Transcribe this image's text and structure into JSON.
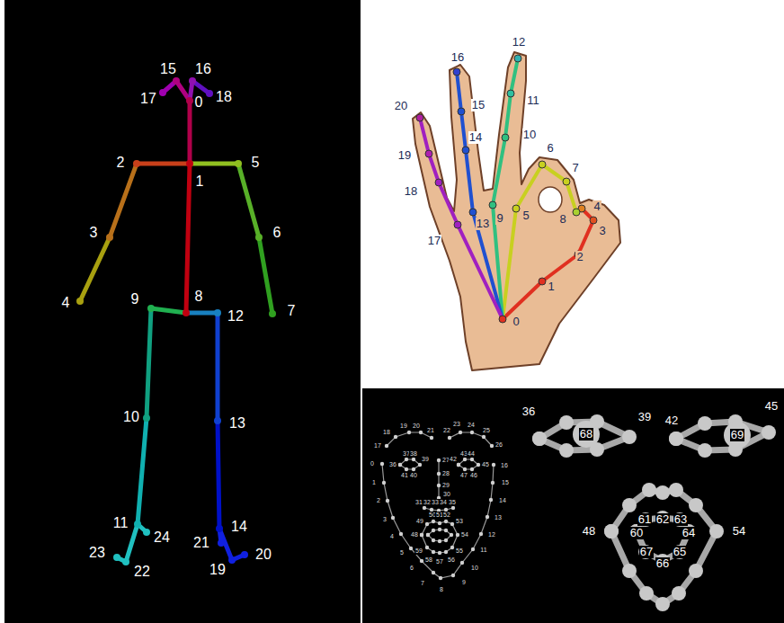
{
  "diagram": {
    "labels": [
      "15",
      "16",
      "17",
      "0",
      "18",
      "2",
      "1",
      "5",
      "3",
      "6",
      "4",
      "9",
      "8",
      "12",
      "7",
      "10",
      "13",
      "11",
      "24",
      "14",
      "23",
      "22",
      "21",
      "20",
      "19",
      "12",
      "16",
      "11",
      "20",
      "15",
      "10",
      "19",
      "14",
      "6",
      "7",
      "18",
      "4",
      "9",
      "5",
      "8",
      "3",
      "17",
      "13",
      "2",
      "1",
      "0",
      "0",
      "1",
      "2",
      "3",
      "4",
      "5",
      "6",
      "7",
      "8",
      "9",
      "10",
      "11",
      "12",
      "13",
      "14",
      "15",
      "16",
      "17",
      "18",
      "19",
      "20",
      "21",
      "22",
      "23",
      "24",
      "25",
      "26",
      "27",
      "28",
      "29",
      "30",
      "31",
      "32",
      "33",
      "34",
      "35",
      "36",
      "37",
      "38",
      "39",
      "40",
      "41",
      "42",
      "43",
      "44",
      "45",
      "46",
      "47",
      "48",
      "49",
      "50",
      "51",
      "52",
      "53",
      "54",
      "55",
      "56",
      "57",
      "58",
      "59",
      "36",
      "68",
      "39",
      "42",
      "69",
      "45",
      "48",
      "61",
      "62",
      "63",
      "60",
      "64",
      "54",
      "67",
      "65",
      "66"
    ]
  }
}
